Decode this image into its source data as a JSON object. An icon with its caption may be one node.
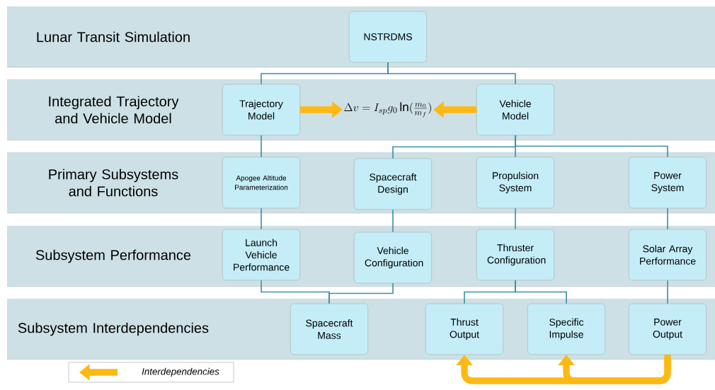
{
  "diagram": {
    "nodes": [
      {
        "text": [
          "Lunar Transit Simulation"
        ]
      },
      {
        "text": [
          "NSTRDMS"
        ],
        "in": 0
      },
      {
        "text": [
          "Integrated Trajectory and Vehicle Model"
        ]
      },
      {
        "text": [
          "Trajectory Model"
        ],
        "in": 2
      },
      {
        "text": [
          "\\Delta v = I_{sp} g_0 \\ln(\\frac{m_0}{m_f})"
        ],
        "in": 2
      },
      {
        "text": [
          "Vehicle Model"
        ],
        "in": 2
      },
      {
        "text": [
          "Primary Subsystems and Functions"
        ]
      },
      {
        "text": [
          "Apogee Altitude Parameterization"
        ],
        "in": 6
      },
      {
        "text": [
          "Spacecraft Design"
        ],
        "in": 6
      },
      {
        "text": [
          "Propulsion System"
        ],
        "in": 6
      },
      {
        "text": [
          "Power System"
        ],
        "in": 6
      },
      {
        "text": [
          "Subsystem Performance"
        ]
      },
      {
        "text": [
          "Launch Vehicle Performance"
        ],
        "in": 11
      },
      {
        "text": [
          "Vehicle Configuration"
        ],
        "in": 11
      },
      {
        "text": [
          "Thruster Configuration"
        ],
        "in": 11
      },
      {
        "text": [
          "Solar Array Performance"
        ],
        "in": 11
      },
      {
        "text": [
          "Subsystem Interdependencies"
        ]
      },
      {
        "text": [
          "Spacecraft Mass"
        ],
        "in": 16
      },
      {
        "text": [
          "Thrust Output"
        ],
        "in": 16
      },
      {
        "text": [
          "Specific Impulse"
        ],
        "in": 16
      },
      {
        "text": [
          "Power Output"
        ],
        "in": 16
      }
    ],
    "edges": [
      {
        "from": 1,
        "to": 3,
        "arrow": "none"
      },
      {
        "from": 1,
        "to": 5,
        "arrow": "none"
      },
      {
        "from": 3,
        "to": 4,
        "arrow": "to",
        "style": "thick",
        "color": "#fdb913"
      },
      {
        "from": 5,
        "to": 4,
        "arrow": "to",
        "style": "thick",
        "color": "#fdb913"
      },
      {
        "from": 3,
        "to": 7,
        "arrow": "none"
      },
      {
        "from": 5,
        "to": 8,
        "arrow": "none"
      },
      {
        "from": 5,
        "to": 9,
        "arrow": "none"
      },
      {
        "from": 5,
        "to": 10,
        "arrow": "none"
      },
      {
        "from": 7,
        "to": 12,
        "arrow": "none"
      },
      {
        "from": 8,
        "to": 13,
        "arrow": "none"
      },
      {
        "from": 9,
        "to": 14,
        "arrow": "none"
      },
      {
        "from": 10,
        "to": 15,
        "arrow": "none"
      },
      {
        "from": 12,
        "to": 17,
        "arrow": "none"
      },
      {
        "from": 13,
        "to": 17,
        "arrow": "none"
      },
      {
        "from": 14,
        "to": 18,
        "arrow": "none"
      },
      {
        "from": 14,
        "to": 19,
        "arrow": "none"
      },
      {
        "from": 15,
        "to": 20,
        "arrow": "none"
      },
      {
        "from": 20,
        "to": 18,
        "arrow": "to",
        "style": "thick",
        "color": "#fdb913"
      },
      {
        "from": 20,
        "to": 19,
        "arrow": "to",
        "style": "thick",
        "color": "#fdb913"
      }
    ],
    "legend": [
      {
        "text": "Interdependencies",
        "color": "#fdb913"
      }
    ]
  }
}
